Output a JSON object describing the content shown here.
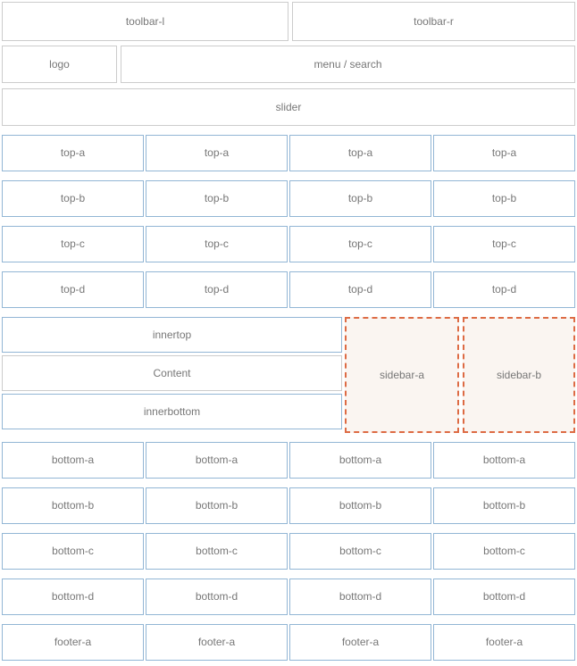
{
  "layout": {
    "toolbar": {
      "left_label": "toolbar-l",
      "right_label": "toolbar-r"
    },
    "brand": {
      "logo_label": "logo",
      "menu_label": "menu / search"
    },
    "slider": {
      "label": "slider"
    },
    "top_rows": [
      {
        "name": "top-a",
        "cells": [
          "top-a",
          "top-a",
          "top-a",
          "top-a"
        ]
      },
      {
        "name": "top-b",
        "cells": [
          "top-b",
          "top-b",
          "top-b",
          "top-b"
        ]
      },
      {
        "name": "top-c",
        "cells": [
          "top-c",
          "top-c",
          "top-c",
          "top-c"
        ]
      },
      {
        "name": "top-d",
        "cells": [
          "top-d",
          "top-d",
          "top-d",
          "top-d"
        ]
      }
    ],
    "middle": {
      "innertop_label": "innertop",
      "content_label": "Content",
      "innerbottom_label": "innerbottom",
      "sidebar_a_label": "sidebar-a",
      "sidebar_b_label": "sidebar-b"
    },
    "bottom_rows": [
      {
        "name": "bottom-a",
        "cells": [
          "bottom-a",
          "bottom-a",
          "bottom-a",
          "bottom-a"
        ]
      },
      {
        "name": "bottom-b",
        "cells": [
          "bottom-b",
          "bottom-b",
          "bottom-b",
          "bottom-b"
        ]
      },
      {
        "name": "bottom-c",
        "cells": [
          "bottom-c",
          "bottom-c",
          "bottom-c",
          "bottom-c"
        ]
      },
      {
        "name": "bottom-d",
        "cells": [
          "bottom-d",
          "bottom-d",
          "bottom-d",
          "bottom-d"
        ]
      },
      {
        "name": "footer-a",
        "cells": [
          "footer-a",
          "footer-a",
          "footer-a",
          "footer-a"
        ]
      }
    ]
  },
  "colors": {
    "border_gray": "#cccccc",
    "border_blue": "#92b6d5",
    "border_dashed_orange": "#dd6b44",
    "sidebar_fill": "#faf5f1",
    "text": "#777777",
    "background": "#ffffff"
  }
}
